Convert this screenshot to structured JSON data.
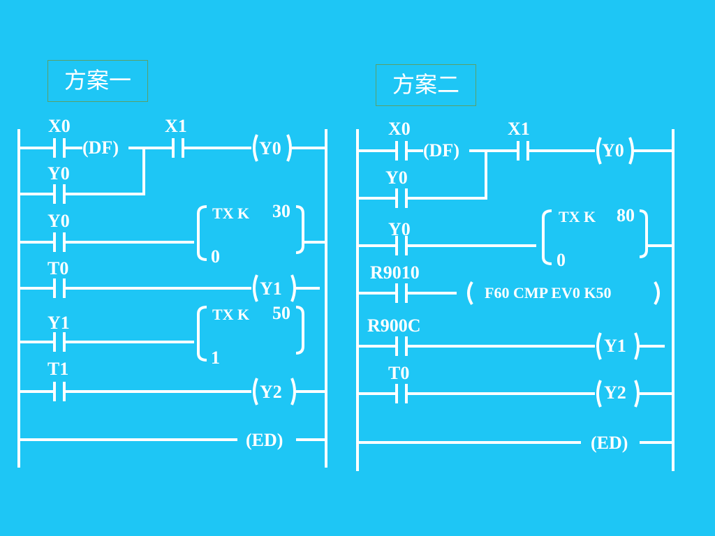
{
  "scheme1": {
    "title": "方案一",
    "labels": {
      "x0": "X0",
      "x1": "X1",
      "df": "(DF)",
      "y0_coil": "Y0",
      "y0_branch": "Y0",
      "y0_r2": "Y0",
      "tx1_preset": "TX K",
      "tx1_val": "30",
      "tx1_num": "0",
      "t0": "T0",
      "y1_coil": "Y1",
      "y1": "Y1",
      "tx2_preset": "TX K",
      "tx2_val": "50",
      "tx2_num": "1",
      "t1": "T1",
      "y2_coil": "Y2",
      "ed": "(ED)"
    }
  },
  "scheme2": {
    "title": "方案二",
    "labels": {
      "x0": "X0",
      "x1": "X1",
      "df": "(DF)",
      "y0_coil": "Y0",
      "y0_branch": "Y0",
      "y0_r2": "Y0",
      "tx_preset": "TX K",
      "tx_val": "80",
      "tx_num": "0",
      "r9010": "R9010",
      "f60": "F60 CMP EV0 K50",
      "r900c": "R900C",
      "y1_coil": "Y1",
      "t0": "T0",
      "y2_coil": "Y2",
      "ed": "(ED)"
    }
  },
  "colors": {
    "background": "#1ec6f5",
    "line": "#ffffff",
    "title_border": "#5aa06a"
  }
}
